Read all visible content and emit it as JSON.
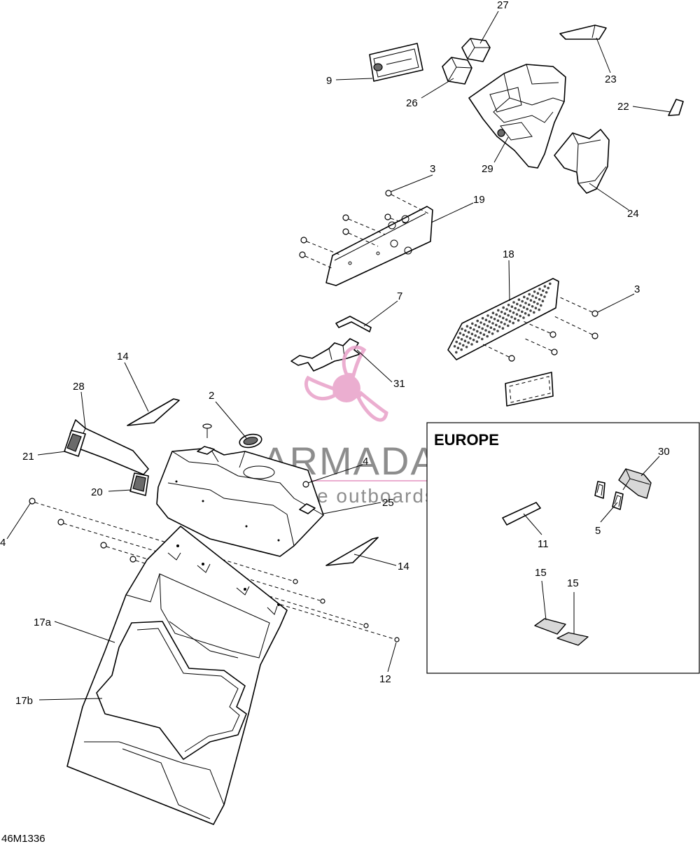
{
  "drawing_code": "46M1336",
  "inset": {
    "title": "EUROPE"
  },
  "watermark": {
    "brand": "ARMADA",
    "tagline": "marine outboards",
    "color": "#e8a0c8"
  },
  "callouts": [
    {
      "id": "c27",
      "label": "27"
    },
    {
      "id": "c9",
      "label": "9"
    },
    {
      "id": "c26",
      "label": "26"
    },
    {
      "id": "c23",
      "label": "23"
    },
    {
      "id": "c22",
      "label": "22"
    },
    {
      "id": "c29",
      "label": "29"
    },
    {
      "id": "c24",
      "label": "24"
    },
    {
      "id": "c3a",
      "label": "3"
    },
    {
      "id": "c19",
      "label": "19"
    },
    {
      "id": "c18",
      "label": "18"
    },
    {
      "id": "c3b",
      "label": "3"
    },
    {
      "id": "c7",
      "label": "7"
    },
    {
      "id": "c31",
      "label": "31"
    },
    {
      "id": "c14a",
      "label": "14"
    },
    {
      "id": "c28",
      "label": "28"
    },
    {
      "id": "c2",
      "label": "2"
    },
    {
      "id": "c21",
      "label": "21"
    },
    {
      "id": "c4a",
      "label": "4"
    },
    {
      "id": "c20",
      "label": "20"
    },
    {
      "id": "c25",
      "label": "25"
    },
    {
      "id": "c4b",
      "label": "4"
    },
    {
      "id": "c14b",
      "label": "14"
    },
    {
      "id": "c17a",
      "label": "17a"
    },
    {
      "id": "c17b",
      "label": "17b"
    },
    {
      "id": "c12",
      "label": "12"
    },
    {
      "id": "c30",
      "label": "30"
    },
    {
      "id": "c5",
      "label": "5"
    },
    {
      "id": "c11",
      "label": "11"
    },
    {
      "id": "c15a",
      "label": "15"
    },
    {
      "id": "c15b",
      "label": "15"
    }
  ]
}
